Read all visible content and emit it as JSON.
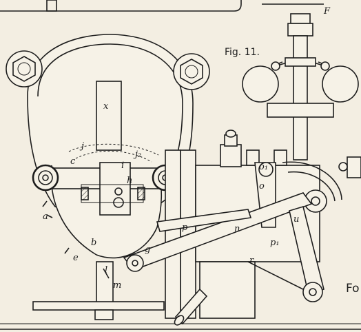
{
  "figure": {
    "caption": "Fig. 11.",
    "edge_text": "Fo"
  },
  "labels": {
    "x": "x",
    "j_left": "j",
    "j2": "j₂",
    "c": "c",
    "i": "i",
    "h": "h",
    "a": "a",
    "b": "b",
    "e": "e",
    "m": "m",
    "l": "l",
    "g": "g",
    "p": "p",
    "n": "n",
    "r": "r",
    "p1": "p₁",
    "o": "o",
    "o1": "o₁",
    "u": "u",
    "F": "F"
  }
}
